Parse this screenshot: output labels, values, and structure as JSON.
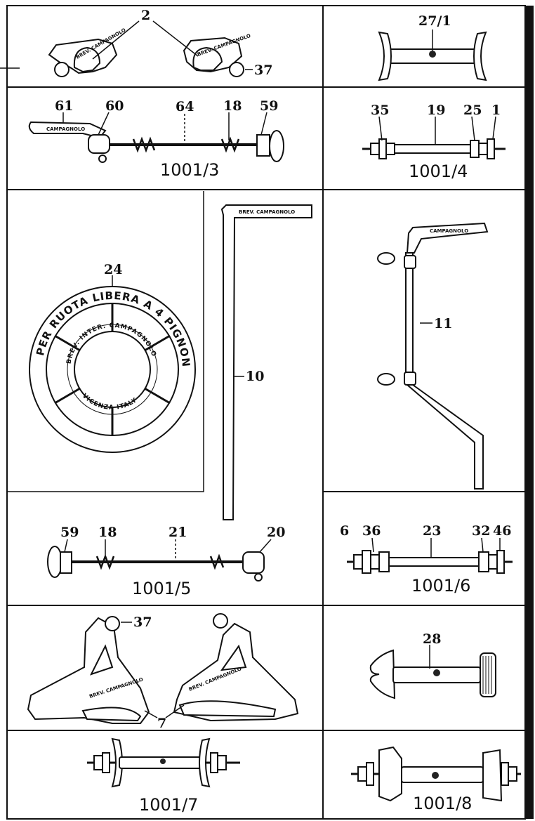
{
  "panels": {
    "p1": {
      "callouts": {
        "a": "2",
        "b": "37"
      },
      "logo_a": "BREV. CAMPAGNOLO",
      "logo_b": "BREV. CAMPAGNOLO"
    },
    "p2": {
      "callouts": {
        "a": "27/1"
      }
    },
    "p3": {
      "callouts": {
        "a": "61",
        "b": "60",
        "c": "64",
        "d": "18",
        "e": "59"
      },
      "caption": "1001/3",
      "logo": "CAMPAGNOLO"
    },
    "p4": {
      "callouts": {
        "a": "35",
        "b": "19",
        "c": "25",
        "d": "1"
      },
      "caption": "1001/4"
    },
    "p5": {
      "callouts": {
        "a": "24",
        "b": "10",
        "c": "59",
        "d": "18",
        "e": "21",
        "f": "20"
      },
      "caption": "1001/5",
      "ring_text": "PER RUOTA LIBERA A 4 PIGNONI",
      "inner_text": "BREV. INTER. CAMPAGNOLO",
      "inner_text_b": "VICENZA ITALY",
      "wrench_logo": "BREV. CAMPAGNOLO"
    },
    "p6": {
      "callouts": {
        "a": "11"
      },
      "logo": "CAMPAGNOLO"
    },
    "p7": {
      "callouts": {
        "a": "6",
        "b": "36",
        "c": "23",
        "d": "32",
        "e": "46"
      },
      "caption": "1001/6"
    },
    "p8": {
      "callouts": {
        "a": "37",
        "b": "7"
      },
      "logo_a": "BREV. CAMPAGNOLO",
      "logo_b": "BREV. CAMPAGNOLO"
    },
    "p9": {
      "callouts": {
        "a": "28"
      }
    },
    "p10": {
      "caption": "1001/7"
    },
    "p11": {
      "caption": "1001/8"
    }
  }
}
